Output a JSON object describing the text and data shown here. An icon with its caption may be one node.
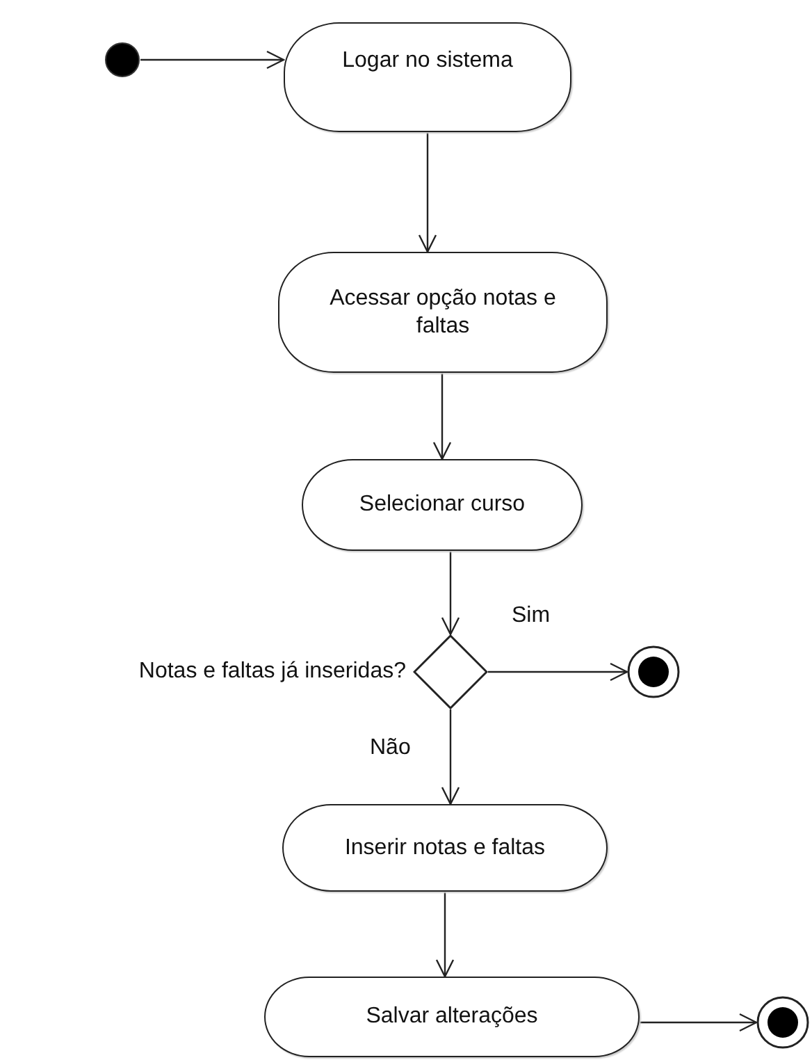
{
  "diagram": {
    "nodes": [
      {
        "text": [],
        "shape": "circle"
      },
      {
        "text": [
          "Logar no sistema"
        ]
      },
      {
        "text": [
          "Acessar opção notas e faltas"
        ]
      },
      {
        "text": [
          "Selecionar curso"
        ]
      },
      {
        "text": [],
        "shape": "diamond",
        "beside": [
          "Notas e faltas já inseridas?"
        ]
      },
      {
        "text": [],
        "shape": "circle"
      },
      {
        "text": [
          "Inserir notas e faltas"
        ]
      },
      {
        "text": [
          "Salvar alterações"
        ]
      },
      {
        "text": [],
        "shape": "circle"
      }
    ],
    "edges": [
      {
        "from": 0,
        "to": 1,
        "arrow": "to"
      },
      {
        "from": 1,
        "to": 2,
        "arrow": "to"
      },
      {
        "from": 2,
        "to": 3,
        "arrow": "to"
      },
      {
        "from": 3,
        "to": 4,
        "arrow": "to"
      },
      {
        "from": 4,
        "to": 5,
        "arrow": "to",
        "label": "Sim"
      },
      {
        "from": 4,
        "to": 6,
        "arrow": "to",
        "label": "Não"
      },
      {
        "from": 6,
        "to": 7,
        "arrow": "to"
      },
      {
        "from": 7,
        "to": 8,
        "arrow": "to"
      }
    ]
  }
}
